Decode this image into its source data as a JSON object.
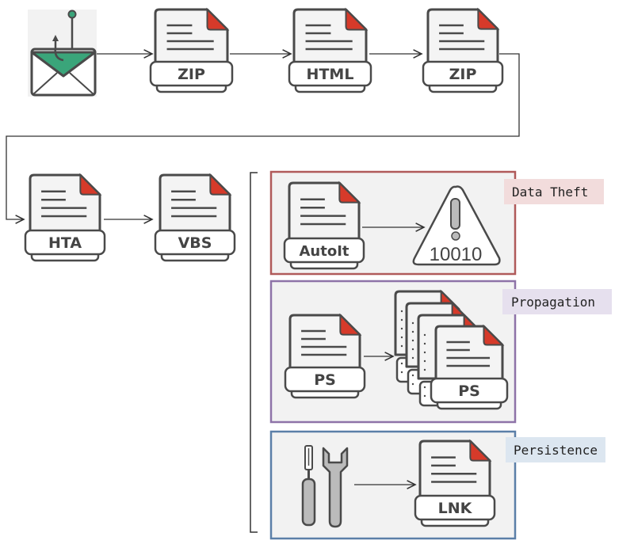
{
  "chain": [
    {
      "id": "email",
      "icon": "phishing-email-icon"
    },
    {
      "id": "zip1",
      "label": "ZIP"
    },
    {
      "id": "html",
      "label": "HTML"
    },
    {
      "id": "zip2",
      "label": "ZIP"
    },
    {
      "id": "hta",
      "label": "HTA"
    },
    {
      "id": "vbs",
      "label": "VBS"
    }
  ],
  "groups": {
    "data_theft": {
      "title": "Data Theft",
      "doc_label": "AutoIt",
      "target_text": "10010",
      "color": "#b05a5a",
      "tag_bg": "#f2dcdc"
    },
    "propagation": {
      "title": "Propagation",
      "doc_label": "PS",
      "target_label": "PS",
      "color": "#8e73a8",
      "tag_bg": "#e6e0ee"
    },
    "persistence": {
      "title": "Persistence",
      "doc_label": "LNK",
      "color": "#5b7fa8",
      "tag_bg": "#dce6f0"
    }
  },
  "colors": {
    "accent_green": "#3aa57a",
    "corner_red": "#d63a2a",
    "stroke": "#4a4a4a",
    "panel_fill": "#f2f2f2"
  }
}
